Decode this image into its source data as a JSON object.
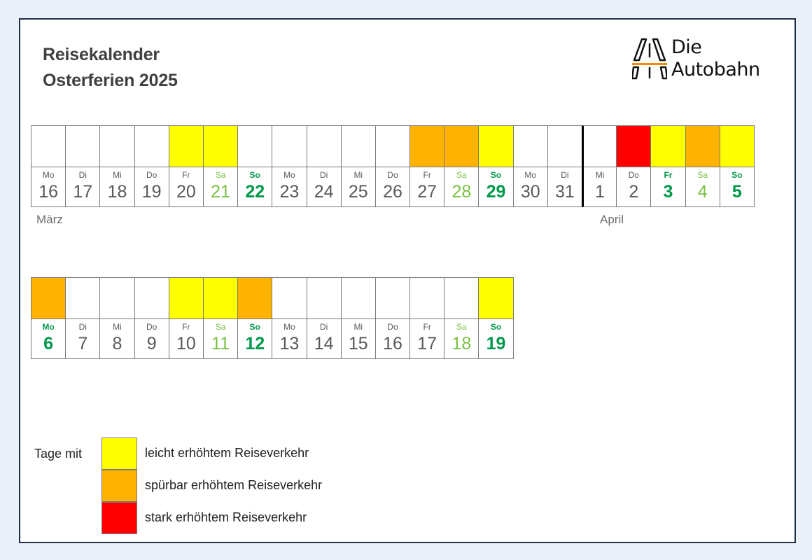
{
  "title": {
    "line1": "Reisekalender",
    "line2": "Osterferien 2025"
  },
  "logo": {
    "line1": "Die",
    "line2": "Autobahn"
  },
  "colors": {
    "none": "#ffffff",
    "leicht": "#ffff00",
    "spuerbar": "#ffb300",
    "stark": "#ff0000",
    "saturday": "#7ac143",
    "sunday": "#00984a",
    "text": "#595959"
  },
  "months": {
    "maerz": "März",
    "april": "April"
  },
  "row1": [
    {
      "wd": "Mo",
      "d": "16",
      "level": "none",
      "type": "normal"
    },
    {
      "wd": "Di",
      "d": "17",
      "level": "none",
      "type": "normal"
    },
    {
      "wd": "Mi",
      "d": "18",
      "level": "none",
      "type": "normal"
    },
    {
      "wd": "Do",
      "d": "19",
      "level": "none",
      "type": "normal"
    },
    {
      "wd": "Fr",
      "d": "20",
      "level": "leicht",
      "type": "normal"
    },
    {
      "wd": "Sa",
      "d": "21",
      "level": "leicht",
      "type": "sat"
    },
    {
      "wd": "So",
      "d": "22",
      "level": "none",
      "type": "sun"
    },
    {
      "wd": "Mo",
      "d": "23",
      "level": "none",
      "type": "normal"
    },
    {
      "wd": "Di",
      "d": "24",
      "level": "none",
      "type": "normal"
    },
    {
      "wd": "Mi",
      "d": "25",
      "level": "none",
      "type": "normal"
    },
    {
      "wd": "Do",
      "d": "26",
      "level": "none",
      "type": "normal"
    },
    {
      "wd": "Fr",
      "d": "27",
      "level": "spuerbar",
      "type": "normal"
    },
    {
      "wd": "Sa",
      "d": "28",
      "level": "spuerbar",
      "type": "sat"
    },
    {
      "wd": "So",
      "d": "29",
      "level": "leicht",
      "type": "sun"
    },
    {
      "wd": "Mo",
      "d": "30",
      "level": "none",
      "type": "normal"
    },
    {
      "wd": "Di",
      "d": "31",
      "level": "none",
      "type": "normal"
    },
    {
      "wd": "Mi",
      "d": "1",
      "level": "none",
      "type": "normal",
      "divider": true
    },
    {
      "wd": "Do",
      "d": "2",
      "level": "stark",
      "type": "normal"
    },
    {
      "wd": "Fr",
      "d": "3",
      "level": "leicht",
      "type": "hol"
    },
    {
      "wd": "Sa",
      "d": "4",
      "level": "spuerbar",
      "type": "sat"
    },
    {
      "wd": "So",
      "d": "5",
      "level": "leicht",
      "type": "sun"
    }
  ],
  "row2": [
    {
      "wd": "Mo",
      "d": "6",
      "level": "spuerbar",
      "type": "hol"
    },
    {
      "wd": "Di",
      "d": "7",
      "level": "none",
      "type": "normal"
    },
    {
      "wd": "Mi",
      "d": "8",
      "level": "none",
      "type": "normal"
    },
    {
      "wd": "Do",
      "d": "9",
      "level": "none",
      "type": "normal"
    },
    {
      "wd": "Fr",
      "d": "10",
      "level": "leicht",
      "type": "normal"
    },
    {
      "wd": "Sa",
      "d": "11",
      "level": "leicht",
      "type": "sat"
    },
    {
      "wd": "So",
      "d": "12",
      "level": "spuerbar",
      "type": "sun"
    },
    {
      "wd": "Mo",
      "d": "13",
      "level": "none",
      "type": "normal"
    },
    {
      "wd": "Di",
      "d": "14",
      "level": "none",
      "type": "normal"
    },
    {
      "wd": "Mi",
      "d": "15",
      "level": "none",
      "type": "normal"
    },
    {
      "wd": "Do",
      "d": "16",
      "level": "none",
      "type": "normal"
    },
    {
      "wd": "Fr",
      "d": "17",
      "level": "none",
      "type": "normal"
    },
    {
      "wd": "Sa",
      "d": "18",
      "level": "none",
      "type": "sat"
    },
    {
      "wd": "So",
      "d": "19",
      "level": "leicht",
      "type": "sun"
    }
  ],
  "legend": {
    "title": "Tage mit",
    "items": [
      {
        "level": "leicht",
        "label": "leicht erhöhtem Reiseverkehr"
      },
      {
        "level": "spuerbar",
        "label": "spürbar erhöhtem Reiseverkehr"
      },
      {
        "level": "stark",
        "label": "stark erhöhtem Reiseverkehr"
      }
    ]
  }
}
